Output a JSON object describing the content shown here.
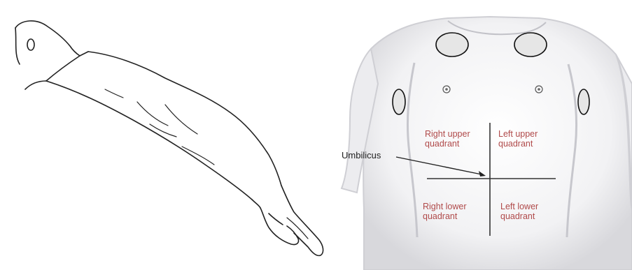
{
  "colors": {
    "label": "#b04a4a",
    "sketch_line": "#222222",
    "skin_shadow": "#d6d6d9",
    "site_fill": "#e6e6e6"
  },
  "abdomen_diagram": {
    "umbilicus_label": "Umbilicus",
    "quadrants": {
      "right_upper": [
        "Right upper",
        "quadrant"
      ],
      "left_upper": [
        "Left upper",
        "quadrant"
      ],
      "right_lower": [
        "Right lower",
        "quadrant"
      ],
      "left_lower": [
        "Left lower",
        "quadrant"
      ]
    },
    "injection_sites": [
      "chest-left",
      "chest-right",
      "arm-right",
      "arm-left"
    ]
  },
  "arm_sketch": {
    "icon": "outstretched-arm-drawing"
  }
}
